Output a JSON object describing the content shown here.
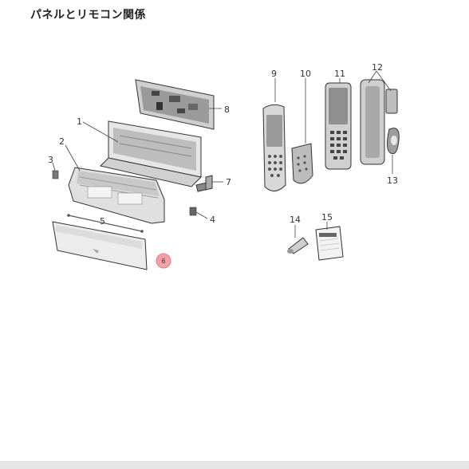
{
  "title": "パネルとリモコン関係",
  "highlight_color": "#f4a0a8",
  "labels": {
    "p1": "1",
    "p2": "2",
    "p3": "3",
    "p4": "4",
    "p5": "5",
    "p6": "6",
    "p7": "7",
    "p8": "8",
    "p9": "9",
    "p10": "10",
    "p11": "11",
    "p12": "12",
    "p13": "13",
    "p14": "14",
    "p15": "15"
  }
}
